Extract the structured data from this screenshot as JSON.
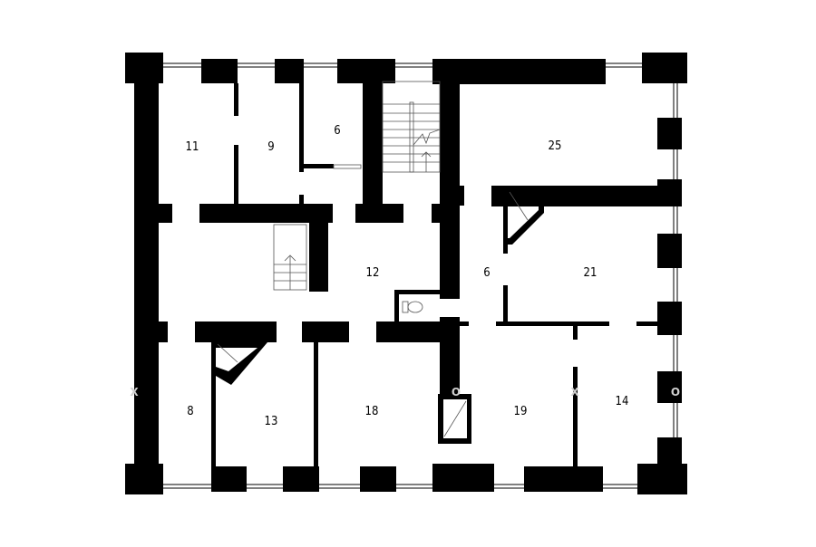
{
  "plan": {
    "rooms": [
      {
        "id": "room-11",
        "label": "11"
      },
      {
        "id": "room-9",
        "label": "9"
      },
      {
        "id": "room-6-north",
        "label": "6"
      },
      {
        "id": "room-25",
        "label": "25"
      },
      {
        "id": "room-12",
        "label": "12"
      },
      {
        "id": "room-6-east",
        "label": "6"
      },
      {
        "id": "room-21",
        "label": "21"
      },
      {
        "id": "room-8",
        "label": "8"
      },
      {
        "id": "room-13",
        "label": "13"
      },
      {
        "id": "room-18",
        "label": "18"
      },
      {
        "id": "room-19",
        "label": "19"
      },
      {
        "id": "room-14",
        "label": "14"
      }
    ],
    "markers": [
      "X",
      "O",
      "X",
      "O"
    ],
    "colors": {
      "wall": "#000000",
      "background": "#ffffff",
      "marker": "#cfcfcf"
    }
  }
}
